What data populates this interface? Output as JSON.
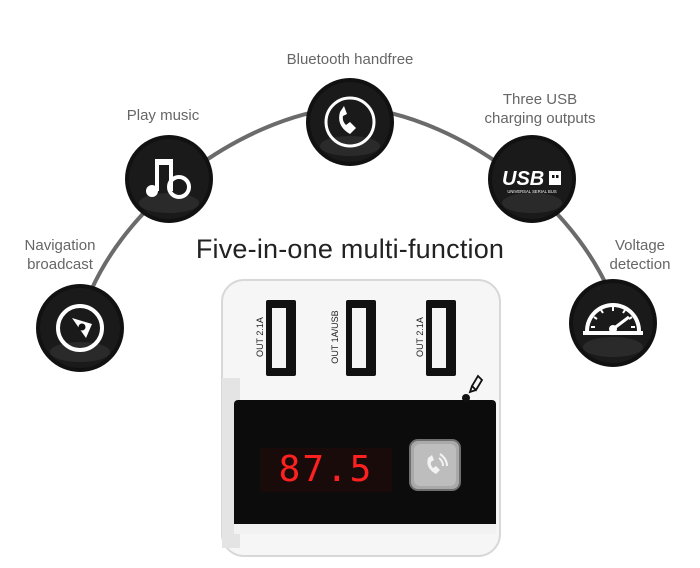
{
  "headline": "Five-in-one multi-function",
  "features": [
    {
      "label": "Navigation\nbroadcast",
      "icon": "navigation-compass-icon"
    },
    {
      "label": "Play music",
      "icon": "music-note-icon"
    },
    {
      "label": "Bluetooth handfree",
      "icon": "phone-handset-icon"
    },
    {
      "label": "Three USB\ncharging outputs",
      "icon": "usb-logo-icon",
      "usb_text": "USB",
      "usb_subtext": "UNIVERSAL SERIAL BUS"
    },
    {
      "label": "Voltage\ndetection",
      "icon": "speedometer-gauge-icon"
    }
  ],
  "device": {
    "ports": [
      "OUT 2.1A",
      "OUT 1A/USB",
      "OUT 2.1A"
    ],
    "display_value": "87.5",
    "button_icon": "phone-button-icon",
    "mic_icon": "microphone-icon"
  },
  "colors": {
    "arc": "#6b6b6b",
    "icon_fill": "#111111",
    "display_red": "#ff2020",
    "device_body": "#f6f6f6",
    "panel": "#0c0c0c"
  }
}
